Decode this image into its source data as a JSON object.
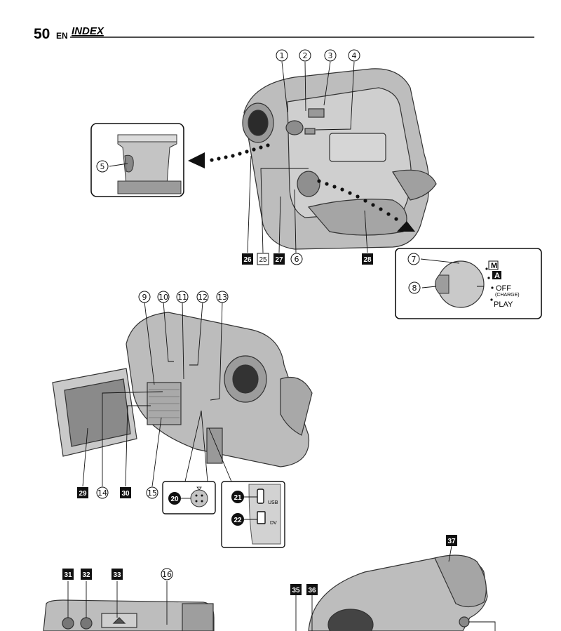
{
  "header": {
    "page_number": "50",
    "lang": "EN",
    "title": "INDEX"
  },
  "callouts": {
    "c1": "1",
    "c2": "2",
    "c3": "3",
    "c4": "4",
    "c5": "5",
    "c6": "6",
    "c7": "7",
    "c8": "8",
    "c9": "9",
    "c10": "10",
    "c11": "11",
    "c12": "12",
    "c13": "13",
    "c14": "14",
    "c15": "15",
    "c16": "16",
    "c20": "20",
    "c21": "21",
    "c22": "22",
    "c25": "25",
    "c26": "26",
    "c27": "27",
    "c28": "28",
    "c29": "29",
    "c30": "30",
    "c31": "31",
    "c32": "32",
    "c33": "33",
    "c35": "35",
    "c36": "36",
    "c37": "37"
  },
  "dial": {
    "m": "M",
    "a": "A",
    "off": "OFF",
    "charge": "(CHARGE)",
    "play": "PLAY"
  },
  "ports": {
    "usb": "USB",
    "dv": "DV"
  }
}
